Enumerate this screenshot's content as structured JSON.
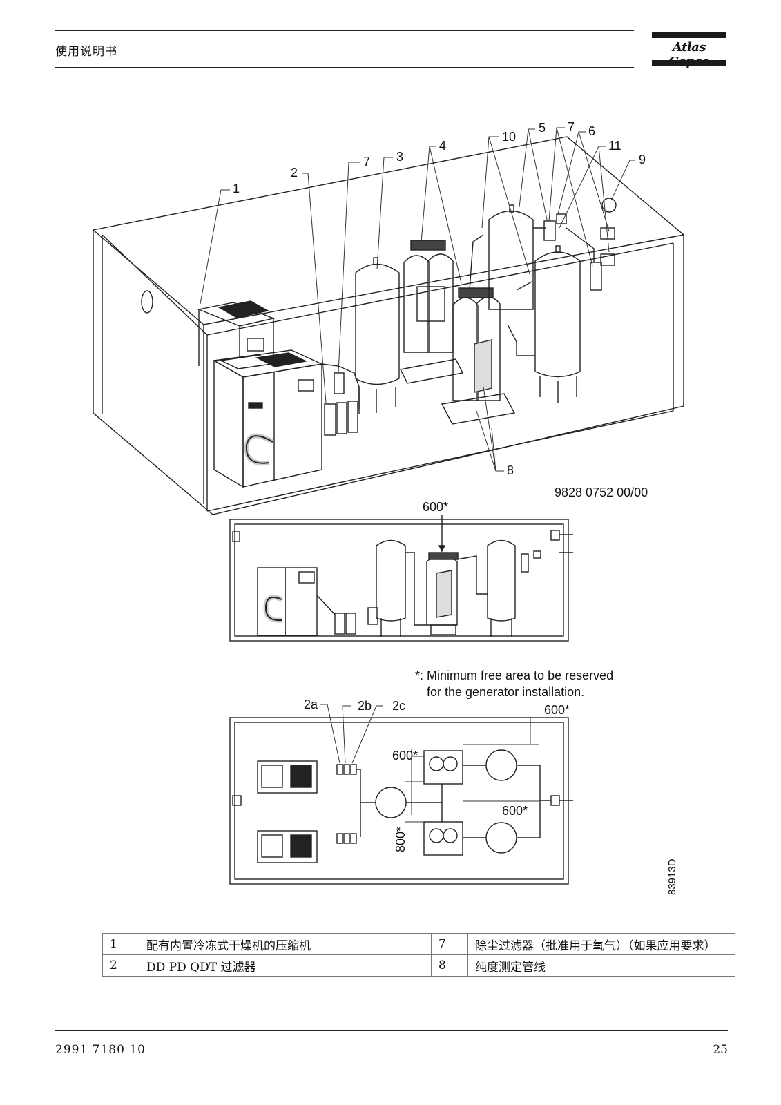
{
  "header": {
    "title": "使用说明书",
    "logo_text": "Atlas Copco"
  },
  "diagram": {
    "callouts": {
      "c1": "1",
      "c2": "2",
      "c7a": "7",
      "c3": "3",
      "c4": "4",
      "c10": "10",
      "c5": "5",
      "c7b": "7",
      "c6": "6",
      "c11": "11",
      "c9": "9",
      "c8": "8"
    },
    "drawing_number": "9828 0752 00/00",
    "side_view_dim": "600*",
    "note_line1": "*: Minimum free area to be reserved",
    "note_line2": "for the generator installation.",
    "top_view": {
      "label_2a": "2a",
      "label_2b": "2b",
      "label_2c": "2c",
      "dim_top": "600*",
      "dim_left": "600*",
      "dim_right": "600*",
      "dim_vertical": "800*",
      "figure_id": "83913D"
    }
  },
  "legend": [
    {
      "num": "1",
      "text": "配有内置冷冻式干燥机的压缩机",
      "num2": "7",
      "text2": "除尘过滤器（批准用于氧气）（如果应用要求）"
    },
    {
      "num": "2",
      "text": "DD PD QDT 过滤器",
      "num2": "8",
      "text2": "纯度测定管线"
    }
  ],
  "footer": {
    "doc_number": "2991 7180 10",
    "page_number": "25"
  }
}
